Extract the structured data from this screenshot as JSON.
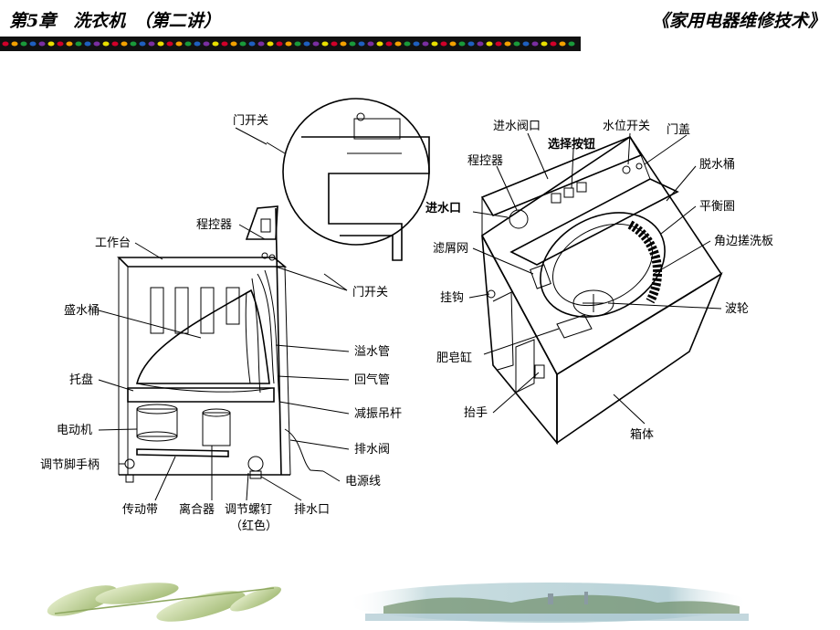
{
  "header": {
    "chapter_title": "第5章　洗衣机　（第二讲）",
    "book_title": "《家用电器维修技术》"
  },
  "left_diagram": {
    "labels": {
      "door_switch_top": "门开关",
      "program_controller": "程控器",
      "worktable": "工作台",
      "door_switch": "门开关",
      "water_tub": "盛水桶",
      "tray": "托盘",
      "motor": "电动机",
      "adjust_foot_handle": "调节脚手柄",
      "overflow_pipe": "溢水管",
      "return_air_pipe": "回气管",
      "damping_rod": "减振吊杆",
      "drain_valve": "排水阀",
      "power_cord": "电源线",
      "drive_belt": "传动带",
      "clutch": "离合器",
      "adjust_screw": "调节螺钉",
      "adjust_screw_note": "（红色）",
      "drain_outlet": "排水口"
    }
  },
  "right_diagram": {
    "labels": {
      "inlet_valve_port": "进水阀口",
      "water_level_switch": "水位开关",
      "door_cover": "门盖",
      "select_button": "选择按钮",
      "program_controller": "程控器",
      "spin_tub": "脱水桶",
      "water_inlet": "进水口",
      "balance_ring": "平衡圈",
      "lint_filter": "滤屑网",
      "corner_washboard": "角边搓洗板",
      "hook": "挂钩",
      "pulsator": "波轮",
      "soap_box": "肥皂缸",
      "handle": "抬手",
      "cabinet": "箱体"
    }
  },
  "colors": {
    "rule_colors": [
      "#d2002a",
      "#f4a100",
      "#1a9a3a",
      "#1f5fbf",
      "#7a2ea0",
      "#e8e000"
    ],
    "rule_base": "#111111"
  }
}
